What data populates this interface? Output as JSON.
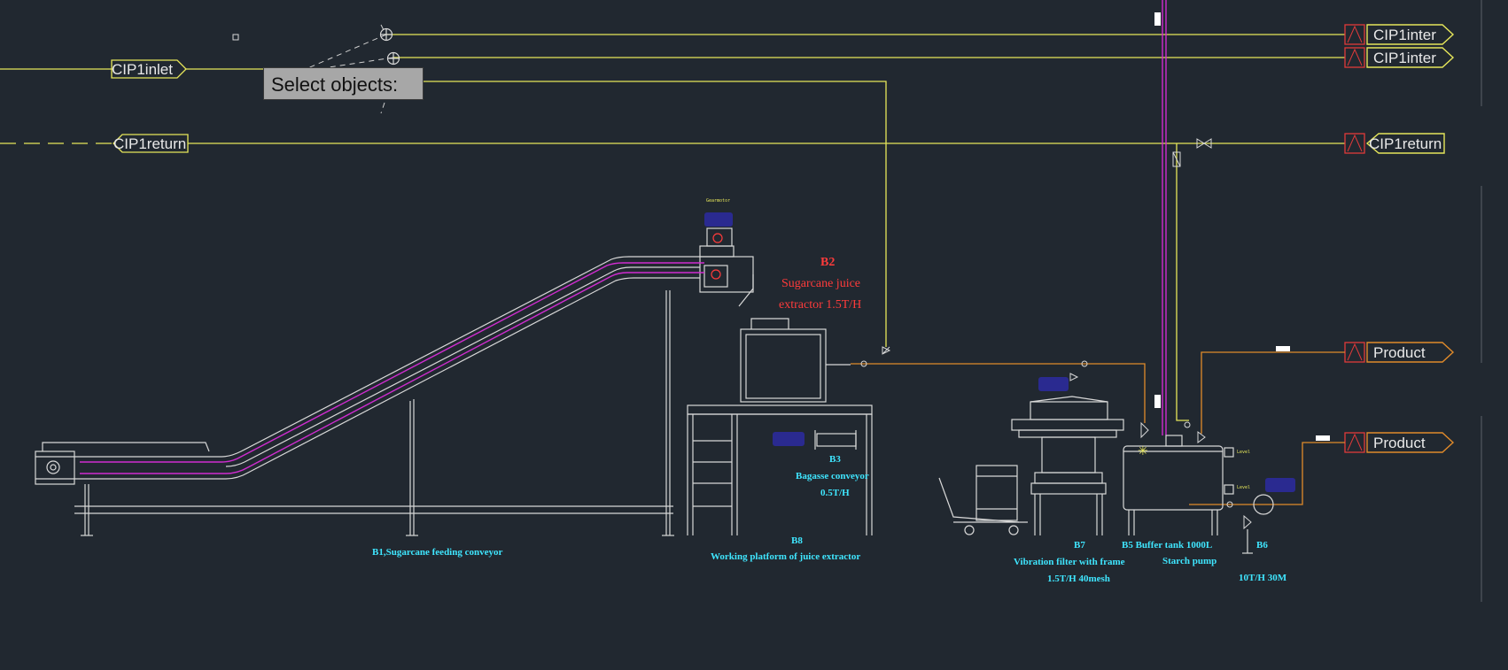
{
  "tooltip": {
    "label": "Select objects:"
  },
  "colors": {
    "background": "#212830",
    "cip_line": "#e6e65a",
    "product_line": "#e08a2a",
    "equipment": "#d8d8d8",
    "magenta": "#d02cd0",
    "red_text": "#ff3b3b",
    "cyan_text": "#3fe6ff",
    "tag_red": "#e03a3a"
  },
  "connectors": [
    {
      "tag": "A",
      "label": "CIP1inter",
      "direction": "out"
    },
    {
      "tag": "A",
      "label": "CIP1inter",
      "direction": "out"
    },
    {
      "tag": "A",
      "label": "CIP1return",
      "direction": "in"
    },
    {
      "tag": "A",
      "label": "Product",
      "direction": "out"
    },
    {
      "tag": "A",
      "label": "Product",
      "direction": "out"
    }
  ],
  "left_connectors": {
    "inlet": "CIP1inlet",
    "return": "CIP1return"
  },
  "equipment_labels": {
    "b2_code": "B2",
    "b2_line1": "Sugarcane juice",
    "b2_line2": "extractor 1.5T/H",
    "b1": "B1,Sugarcane feeding conveyor",
    "b3_code": "B3",
    "b3_line1": "Bagasse conveyor",
    "b3_line2": "0.5T/H",
    "b8_code": "B8",
    "b8_line1": "Working platform of juice extractor",
    "b7_code": "B7",
    "b7_line1": "Vibration filter with frame",
    "b7_line2": "1.5T/H 40mesh",
    "b5_line1": "B5 Buffer tank 1000L",
    "b5_line2": "Starch pump",
    "b6_code": "B6",
    "b6_line1": "10T/H 30M"
  },
  "icons": {
    "tooltip": "select-objects-tooltip",
    "pickbox": "pickbox-icon",
    "valve": "valve-icon",
    "motor": "motor-badge-icon"
  }
}
